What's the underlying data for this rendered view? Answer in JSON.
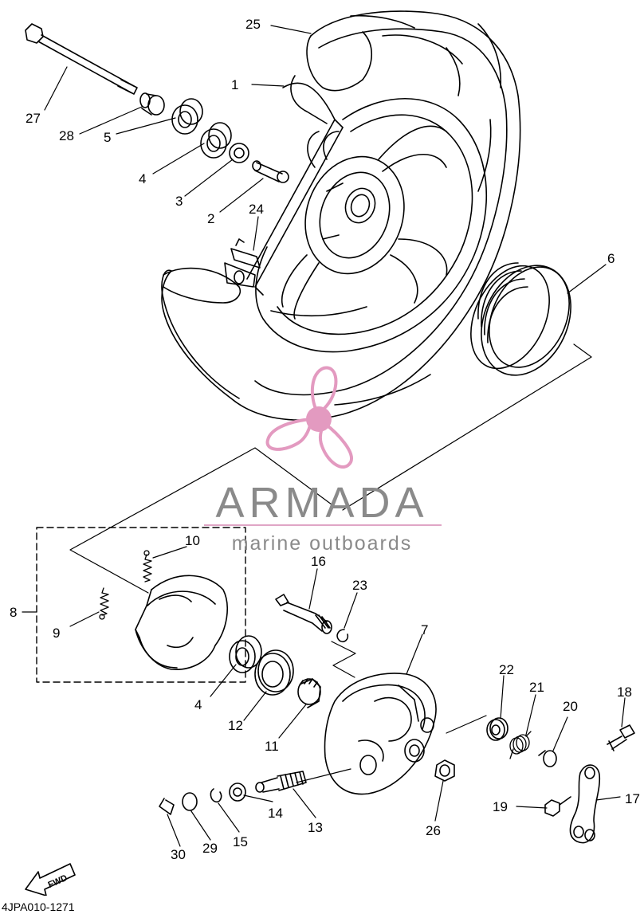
{
  "figure": {
    "callouts": [
      "1",
      "2",
      "3",
      "4",
      "5",
      "6",
      "7",
      "8",
      "9",
      "10",
      "11",
      "12",
      "13",
      "14",
      "15",
      "16",
      "17",
      "18",
      "19",
      "20",
      "21",
      "22",
      "23",
      "24",
      "25",
      "26",
      "27",
      "28",
      "29",
      "30"
    ],
    "callout_4_second": "4",
    "diagram_code": "4JPA010-1271",
    "fwd_label": "FWD"
  },
  "watermark": {
    "brand": "ARMADA",
    "tagline": "marine outboards",
    "logo": "propeller-logo",
    "colors": {
      "pink": "#e39ac0",
      "gray": "#8a8a8a"
    }
  }
}
